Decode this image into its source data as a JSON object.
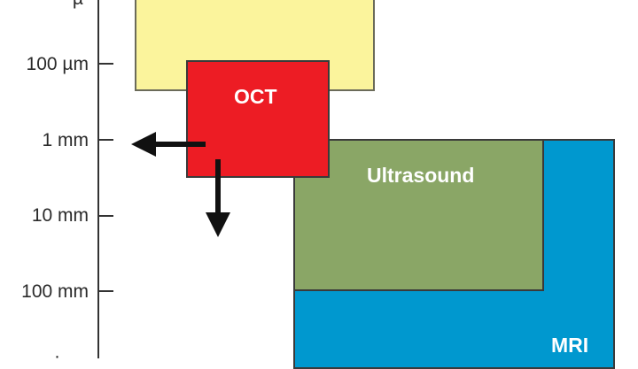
{
  "diagram": {
    "y_axis": {
      "ticks": [
        {
          "label": "100 µm"
        },
        {
          "label": "1 mm"
        },
        {
          "label": "10 mm"
        },
        {
          "label": "100 mm"
        }
      ],
      "partial_labels": [
        "µ",
        "·"
      ]
    },
    "modalities": [
      {
        "name": "",
        "color": "#fbf49c"
      },
      {
        "name": "OCT",
        "color": "#ed1c24"
      },
      {
        "name": "Ultrasound",
        "color": "#8aa666"
      },
      {
        "name": "MRI",
        "color": "#0098cf"
      }
    ],
    "arrows": [
      {
        "direction": "left",
        "color": "#111111"
      },
      {
        "direction": "down",
        "color": "#111111"
      }
    ]
  }
}
